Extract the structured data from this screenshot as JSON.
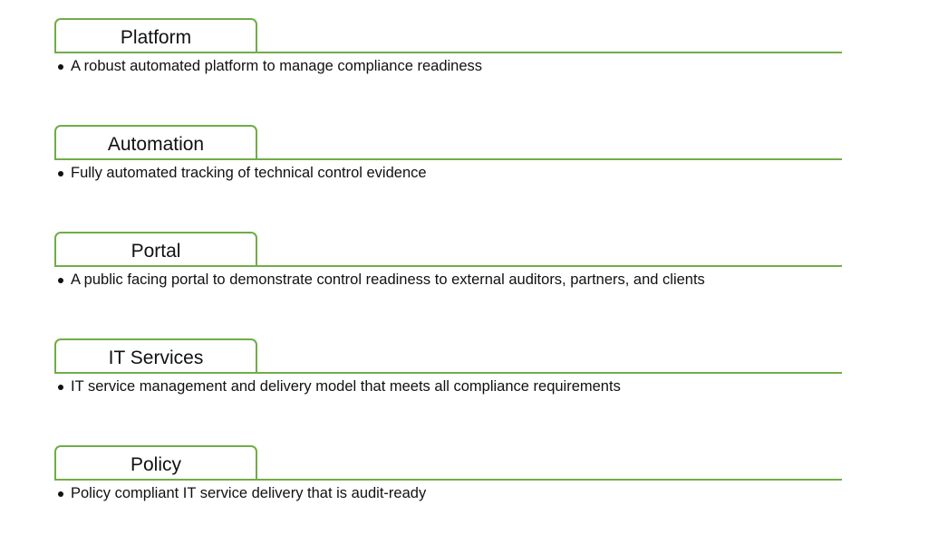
{
  "colors": {
    "accent": "#70AD47",
    "text": "#111111",
    "background": "#FFFFFF"
  },
  "sections": [
    {
      "title": "Platform",
      "bullet": "A robust automated platform to manage compliance readiness"
    },
    {
      "title": "Automation",
      "bullet": "Fully automated tracking of technical control evidence"
    },
    {
      "title": "Portal",
      "bullet": "A public facing portal to demonstrate control readiness to external auditors, partners, and clients"
    },
    {
      "title": "IT Services",
      "bullet": "IT service management and delivery model that meets all compliance requirements"
    },
    {
      "title": "Policy",
      "bullet": "Policy compliant IT service delivery that is audit-ready"
    }
  ]
}
